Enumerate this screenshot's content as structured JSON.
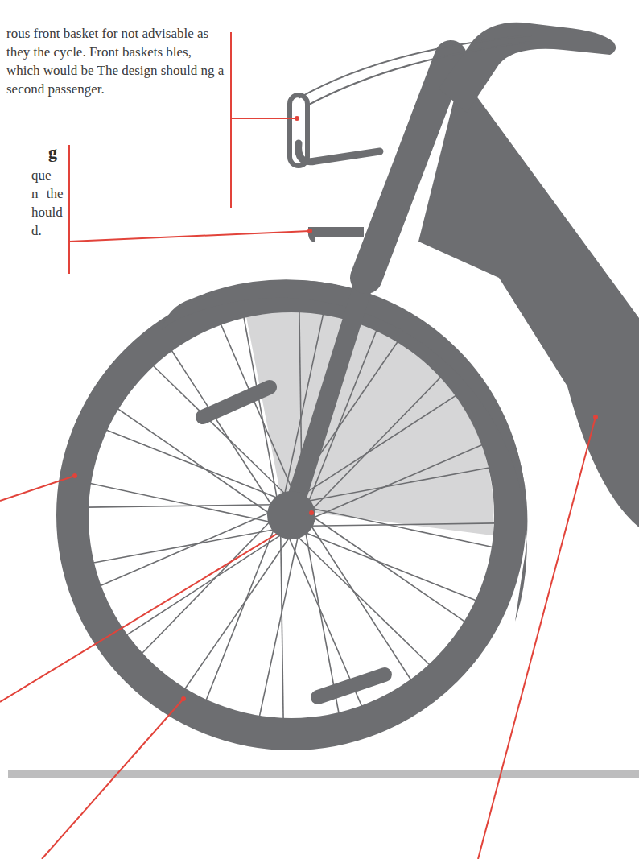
{
  "diagram": {
    "labels": [
      "rous front basket for not advisable as they the cycle. Front baskets bles, which would be The design should ng a second passenger.",
      "g",
      "que n the hould d."
    ]
  }
}
